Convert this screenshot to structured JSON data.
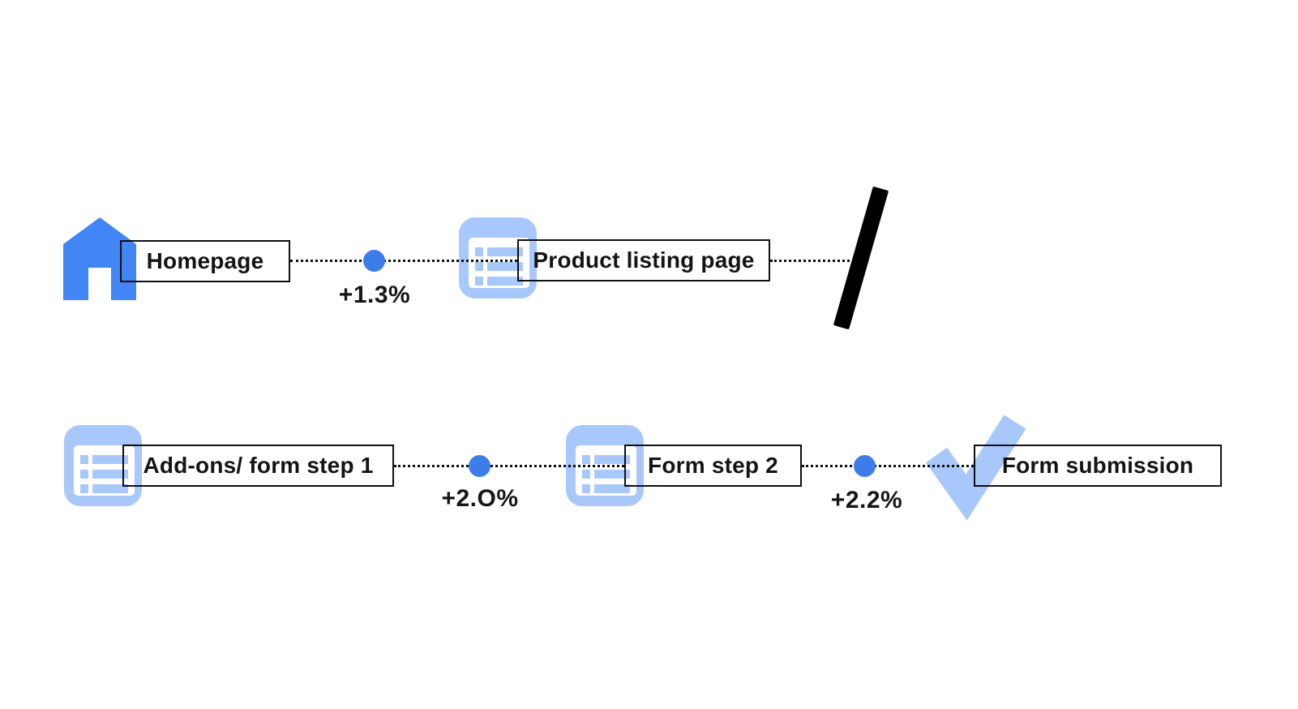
{
  "colors": {
    "node_blue": "#4285f4",
    "dot_blue": "#3c7de9",
    "icon_light_blue": "#a8c7fa",
    "line_black": "#0e0e0e"
  },
  "flow": {
    "row1": {
      "homepage": {
        "icon": "home-icon",
        "label": "Homepage"
      },
      "delta": "+1.3%",
      "product_listing": {
        "icon": "list-icon",
        "label": "Product listing page"
      },
      "break_marker": "continuation-slash"
    },
    "row2": {
      "addons": {
        "icon": "list-icon",
        "label": "Add-ons/ form step 1"
      },
      "delta_1": "+2.O%",
      "form_step_2": {
        "icon": "list-icon",
        "label": "Form step 2"
      },
      "delta_2": "+2.2%",
      "form_submission": {
        "icon": "check-icon",
        "label": "Form submission"
      }
    }
  }
}
